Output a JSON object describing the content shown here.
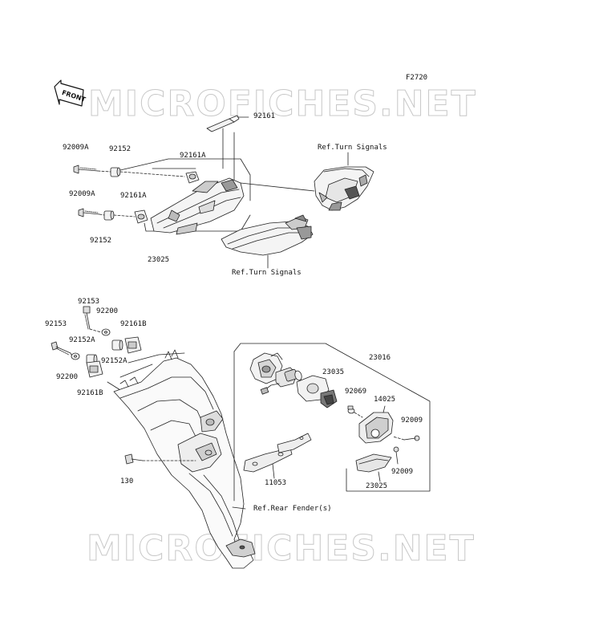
{
  "figure_code": "F2720",
  "watermark": "MICROFICHES.NET",
  "front_arrow": "FRONT",
  "labels": {
    "p92161": "92161",
    "p92009A_top": "92009A",
    "p92152_top": "92152",
    "p92161A_top": "92161A",
    "ref_turn_top": "Ref.Turn Signals",
    "p92009A_mid": "92009A",
    "p92161A_mid": "92161A",
    "p92152_mid": "92152",
    "p23025_top": "23025",
    "ref_turn_bottom": "Ref.Turn Signals",
    "p92153_a": "92153",
    "p92200_a": "92200",
    "p92153_b": "92153",
    "p92161B_a": "92161B",
    "p92152A_a": "92152A",
    "p92152A_b": "92152A",
    "p92200_b": "92200",
    "p92161B_b": "92161B",
    "p23016": "23016",
    "p23035": "23035",
    "p92069": "92069",
    "p14025": "14025",
    "p92009_a": "92009",
    "p92009_b": "92009",
    "p23025_bottom": "23025",
    "p130": "130",
    "p11053": "11053",
    "ref_rear_fender": "Ref.Rear Fender(s)"
  },
  "colors": {
    "line": "#222222",
    "watermark_outline": "#c8c8c8",
    "part_fill": "#f2f2f2",
    "part_shade": "#bdbdbd"
  }
}
